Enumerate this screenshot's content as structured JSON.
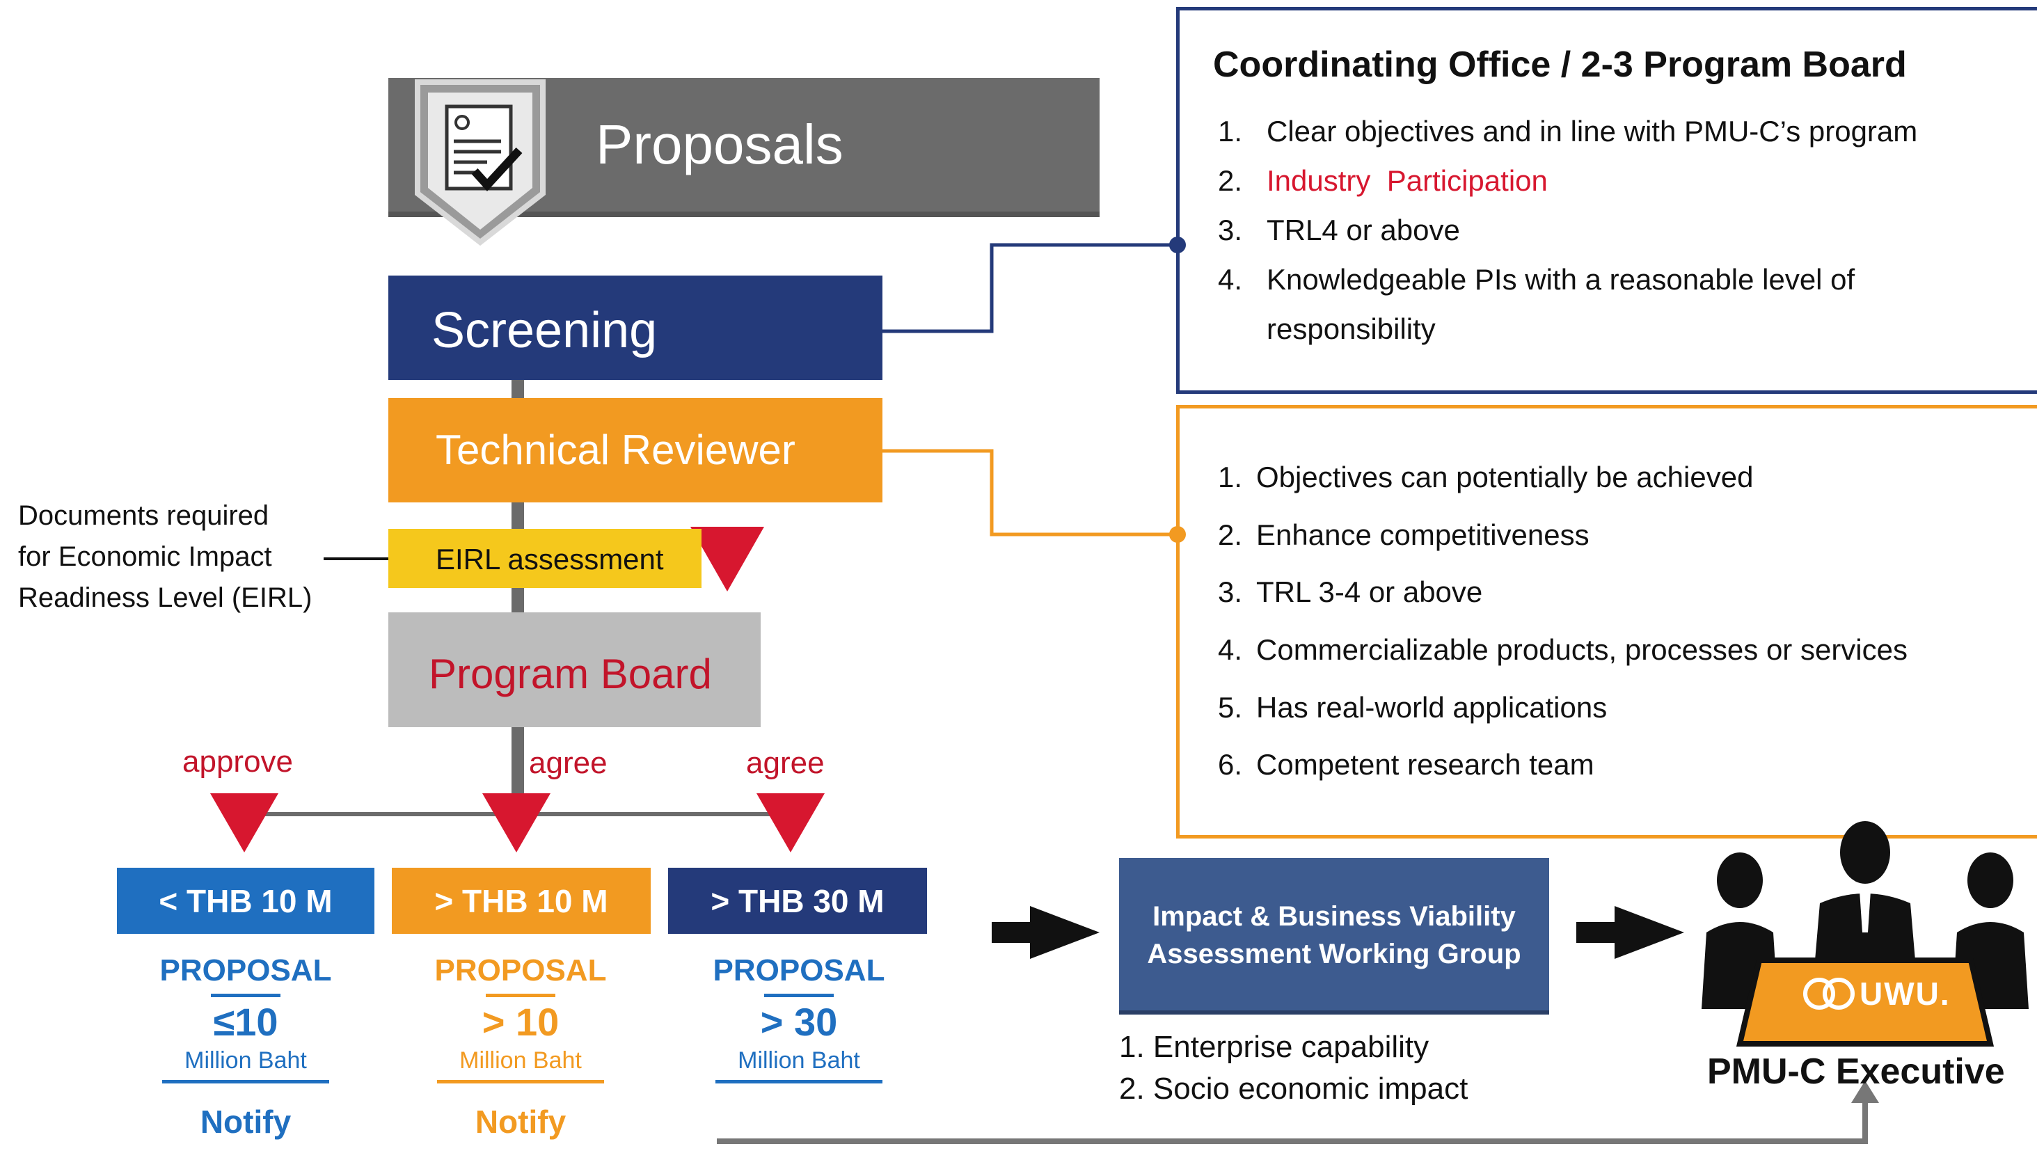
{
  "proposals": {
    "label": "Proposals",
    "icon": "document-check-icon"
  },
  "screening": {
    "label": "Screening"
  },
  "technical_reviewer": {
    "label": "Technical Reviewer"
  },
  "eirl": {
    "label": "EIRL  assessment"
  },
  "program_board": {
    "label": "Program Board"
  },
  "documents_note": {
    "line1": "Documents required",
    "line2": "for Economic Impact",
    "line3": "Readiness Level (EIRL)"
  },
  "coordinating_office": {
    "title": "Coordinating Office / 2-3 Program Board",
    "items": [
      {
        "num": "1.",
        "text": "Clear objectives and in line with PMU-C’s program"
      },
      {
        "num": "2.",
        "text": "Industry  Participation"
      },
      {
        "num": "3.",
        "text": "TRL4 or above"
      },
      {
        "num": "4.",
        "text": "Knowledgeable PIs with a reasonable level of",
        "text2": "responsibility"
      }
    ]
  },
  "reviewer_criteria": {
    "items": [
      {
        "num": "1.",
        "text": "Objectives can potentially be achieved"
      },
      {
        "num": "2.",
        "text": "Enhance competitiveness"
      },
      {
        "num": "3.",
        "text": "TRL 3-4 or above"
      },
      {
        "num": "4.",
        "text": "Commercializable products, processes or services"
      },
      {
        "num": "5.",
        "text": "Has real-world applications"
      },
      {
        "num": "6.",
        "text": "Competent research team"
      }
    ]
  },
  "branches": [
    {
      "decision": "approve",
      "tier": "< THB 10 M",
      "proposal": "PROPOSAL",
      "amount": "≤10",
      "unit": "Million Baht",
      "action": "Notify"
    },
    {
      "decision": "agree",
      "tier": "> THB 10 M",
      "proposal": "PROPOSAL",
      "amount": "> 10",
      "unit": "Million Baht",
      "action": "Notify"
    },
    {
      "decision": "agree",
      "tier": "> THB 30 M",
      "proposal": "PROPOSAL",
      "amount": "> 30",
      "unit": "Million Baht",
      "action": ""
    }
  ],
  "working_group": {
    "line1": "Impact & Business Viability",
    "line2": "Assessment Working Group"
  },
  "working_group_criteria": {
    "line1": "1. Enterprise capability",
    "line2": "2. Socio economic impact"
  },
  "executive": {
    "logo_text": "UWU.",
    "label": "PMU-C Executive"
  },
  "colors": {
    "navy": "#243a7a",
    "orange": "#f29a21",
    "yellow": "#f5c81c",
    "red": "#d7172f",
    "gray": "#bcbcbc",
    "dark_gray": "#6b6b6b",
    "blue": "#1f6fc0",
    "slate": "#3d5b8f"
  }
}
